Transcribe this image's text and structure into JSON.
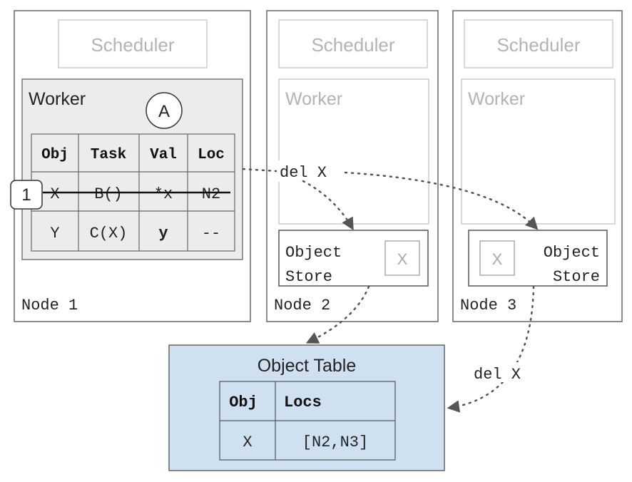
{
  "nodes": [
    {
      "name": "Node 1",
      "scheduler": "Scheduler",
      "worker": "Worker",
      "worker_badge": "A",
      "table": {
        "headers": [
          "Obj",
          "Task",
          "Val",
          "Loc"
        ],
        "rows": [
          [
            "X",
            "B()",
            "*x",
            "N2"
          ],
          [
            "Y",
            "C(X)",
            "y",
            "--"
          ]
        ]
      },
      "step_marker": "1"
    },
    {
      "name": "Node 2",
      "scheduler": "Scheduler",
      "worker": "Worker",
      "store_label_line1": "Object",
      "store_label_line2": "Store",
      "store_object": "X"
    },
    {
      "name": "Node 3",
      "scheduler": "Scheduler",
      "worker": "Worker",
      "store_label_line1": "Object",
      "store_label_line2": "Store",
      "store_object": "X"
    }
  ],
  "messages": {
    "del_top": "del X",
    "del_right": "del X"
  },
  "object_table": {
    "title": "Object Table",
    "headers": [
      "Obj",
      "Locs"
    ],
    "rows": [
      [
        "X",
        "[N2,N3]"
      ]
    ]
  },
  "colors": {
    "border": "#666666",
    "faded": "#c8c8c8",
    "faded_text": "#b3b3b3",
    "worker_fill": "#ececec",
    "table_fill": "#cfe0f1"
  }
}
